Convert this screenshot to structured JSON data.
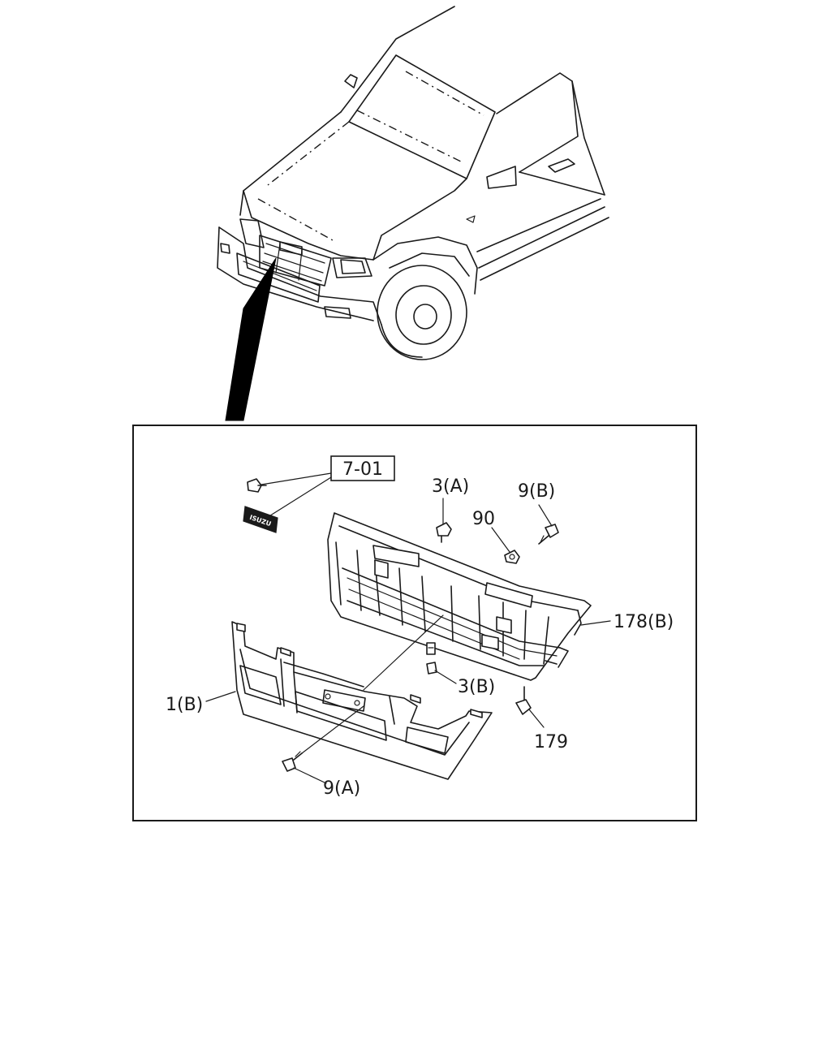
{
  "diagram": {
    "reference_box": "7-01",
    "emblem_text": "ISUZU",
    "labels": {
      "part_3a": "3(A)",
      "part_9b": "9(B)",
      "part_90": "90",
      "part_178b": "178(B)",
      "part_3b": "3(B)",
      "part_179": "179",
      "part_1b": "1(B)",
      "part_9a": "9(A)"
    }
  }
}
